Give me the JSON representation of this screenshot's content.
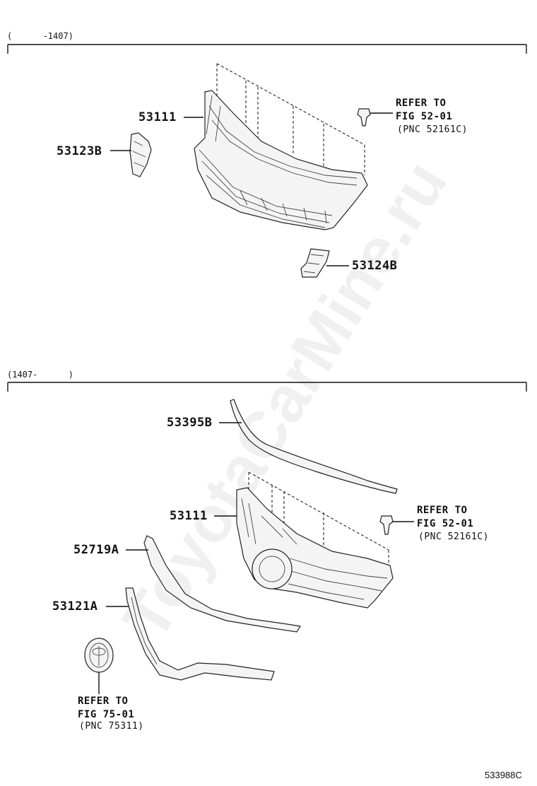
{
  "watermark": "ToyotaCarMine.ru",
  "sections": [
    {
      "range_label": "(      -1407)",
      "parts": [
        {
          "number": "53111"
        },
        {
          "number": "53123B"
        },
        {
          "number": "53124B"
        }
      ],
      "reference": {
        "line1": "REFER TO",
        "line2": "FIG 52-01",
        "pnc": "(PNC 52161C)"
      }
    },
    {
      "range_label": "(1407-      )",
      "parts": [
        {
          "number": "53395B"
        },
        {
          "number": "53111"
        },
        {
          "number": "52719A"
        },
        {
          "number": "53121A"
        }
      ],
      "reference": {
        "line1": "REFER TO",
        "line2": "FIG 52-01",
        "pnc": "(PNC 52161C)"
      },
      "reference2": {
        "line1": "REFER TO",
        "line2": "FIG 75-01",
        "pnc": "(PNC 75311)"
      }
    }
  ],
  "diagram_code": "533988C"
}
